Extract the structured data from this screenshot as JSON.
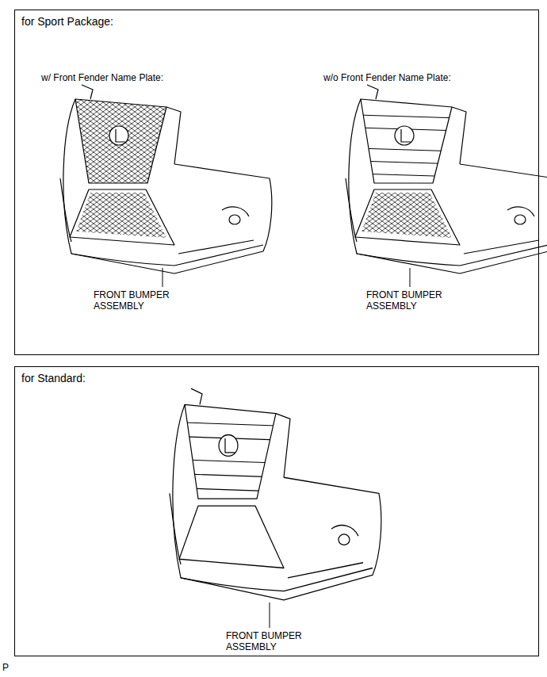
{
  "diagram": {
    "nodes": [
      {
        "text": [
          "for Sport Package:"
        ]
      },
      {
        "text": [
          "for Standard:"
        ]
      }
    ],
    "labels": [
      "w/ Front Fender Name Plate:",
      "w/o Front Fender Name Plate:",
      "FRONT BUMPER ASSEMBLY",
      "FRONT BUMPER ASSEMBLY",
      "FRONT BUMPER ASSEMBLY",
      "P"
    ]
  }
}
